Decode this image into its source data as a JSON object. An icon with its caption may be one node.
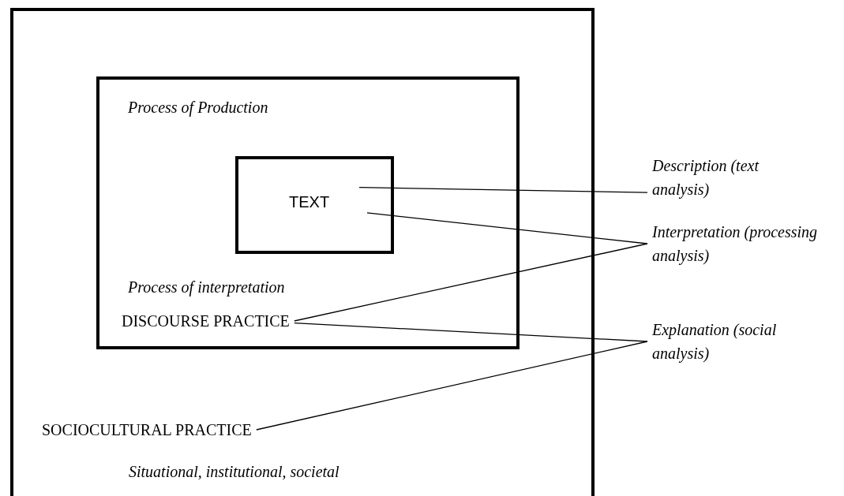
{
  "diagram": {
    "nodes": [
      {
        "text": [
          "Situational, institutional, societal"
        ]
      },
      {
        "text": [
          "Process of Production",
          "Process of interpretation"
        ],
        "in": 0
      },
      {
        "text": [
          "TEXT"
        ],
        "in": 1
      },
      {
        "text": [
          "Description (text analysis)"
        ]
      },
      {
        "text": [
          "Interpretation (processing analysis)"
        ]
      },
      {
        "text": [
          "DISCOURSE PRACTICE"
        ],
        "in": 1
      },
      {
        "text": [
          "Explanation (social analysis)"
        ]
      },
      {
        "text": [
          "SOCIOCULTURAL PRACTICE"
        ],
        "in": 0
      }
    ],
    "edges": [
      {
        "from": 2,
        "to": 3,
        "arrow": "none"
      },
      {
        "from": 2,
        "to": 4,
        "arrow": "none"
      },
      {
        "from": 5,
        "to": 4,
        "arrow": "none"
      },
      {
        "from": 5,
        "to": 6,
        "arrow": "none"
      },
      {
        "from": 7,
        "to": 6,
        "arrow": "none"
      }
    ]
  }
}
